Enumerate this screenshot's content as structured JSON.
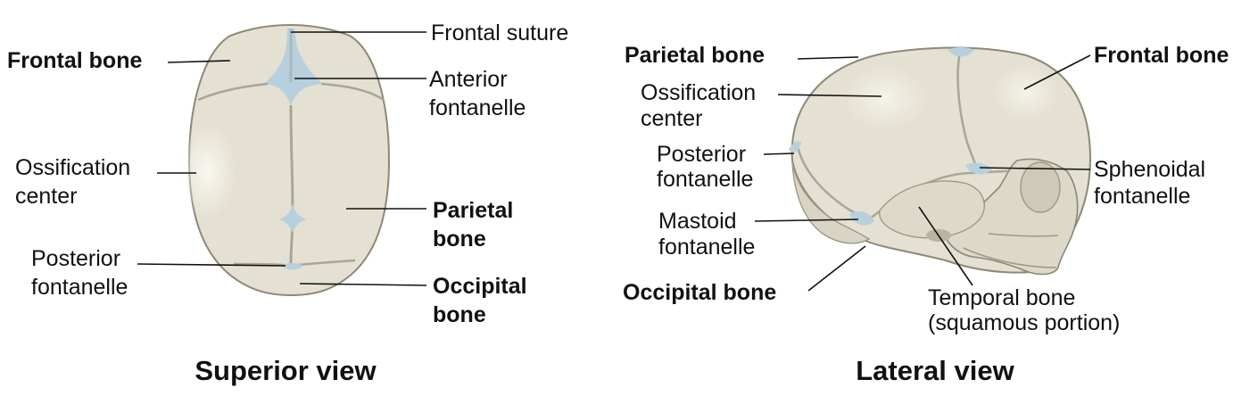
{
  "colors": {
    "bone": "#e5e1d2",
    "bone_shadow": "#b9b4a2",
    "bone_outline": "#8d8877",
    "fontanelle": "#b7d0dd",
    "highlight": "#f7f5ee",
    "text": "#111111"
  },
  "superior": {
    "title": "Superior view",
    "labels": {
      "frontal_bone": "Frontal bone",
      "frontal_suture": "Frontal suture",
      "anterior_fontanelle": [
        "Anterior",
        "fontanelle"
      ],
      "ossification_center": [
        "Ossification",
        "center"
      ],
      "parietal_bone": [
        "Parietal",
        "bone"
      ],
      "posterior_fontanelle": [
        "Posterior",
        "fontanelle"
      ],
      "occipital_bone": [
        "Occipital",
        "bone"
      ]
    }
  },
  "lateral": {
    "title": "Lateral view",
    "labels": {
      "parietal_bone": "Parietal bone",
      "frontal_bone": "Frontal bone",
      "ossification_center": [
        "Ossification",
        "center"
      ],
      "posterior_fontanelle": [
        "Posterior",
        "fontanelle"
      ],
      "sphenoidal_fontanelle": [
        "Sphenoidal",
        "fontanelle"
      ],
      "mastoid_fontanelle": [
        "Mastoid",
        "fontanelle"
      ],
      "occipital_bone": "Occipital bone",
      "temporal_bone": [
        "Temporal bone",
        "(squamous portion)"
      ]
    }
  }
}
